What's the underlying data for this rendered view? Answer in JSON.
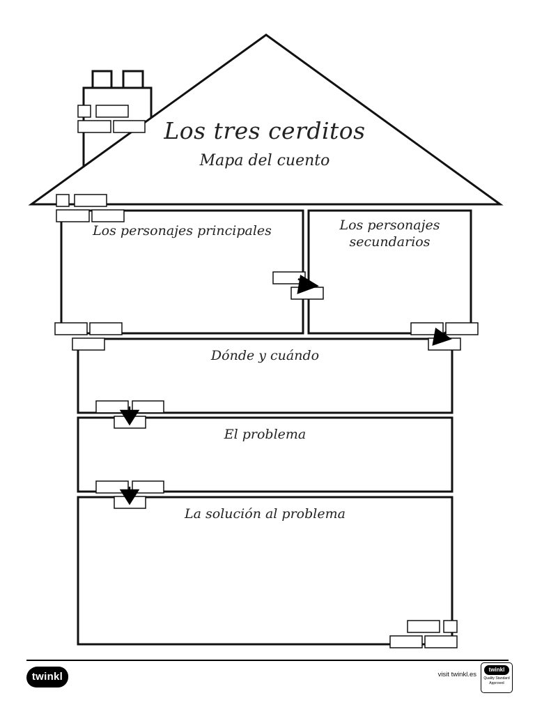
{
  "worksheet": {
    "title": "Los tres cerditos",
    "subtitle": "Mapa del cuento",
    "sections": [
      {
        "id": "personajes-principales",
        "label": "Los personajes principales"
      },
      {
        "id": "personajes-secundarios",
        "label_line1": "Los personajes",
        "label_line2": "secundarios"
      },
      {
        "id": "donde-cuando",
        "label": "Dónde y cuándo"
      },
      {
        "id": "problema",
        "label": "El problema"
      },
      {
        "id": "solucion",
        "label": "La solución al problema"
      }
    ]
  },
  "footer": {
    "logo_text": "twinkl",
    "visit_text": "visit twinkl.es",
    "badge_brand": "twinkl",
    "badge_line1": "Quality Standard",
    "badge_line2": "Approved"
  }
}
